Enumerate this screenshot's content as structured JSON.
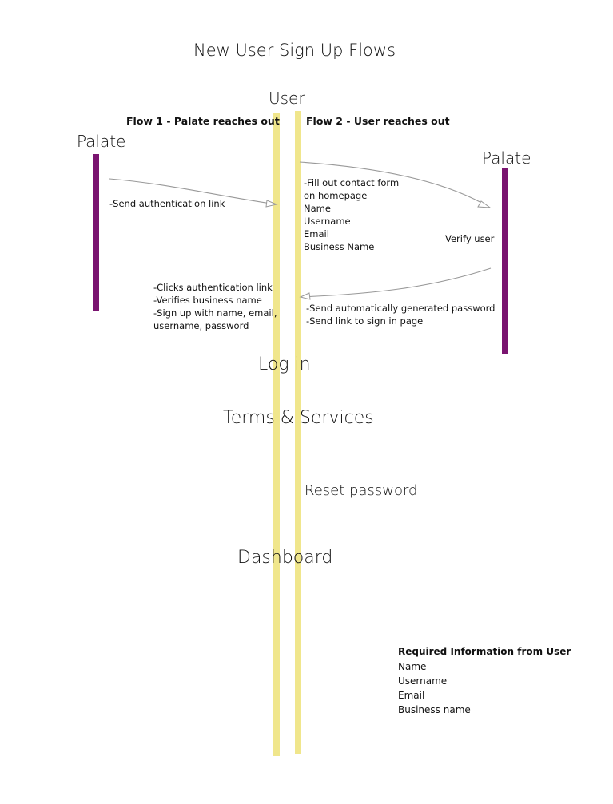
{
  "title": "New User Sign Up Flows",
  "actors": {
    "user": "User",
    "palate_left": "Palate",
    "palate_right": "Palate"
  },
  "flows": {
    "flow1_title": "Flow 1 - Palate reaches out",
    "flow2_title": "Flow 2 - User reaches out"
  },
  "messages": {
    "send_auth_link": "-Send authentication link",
    "user_actions": "-Clicks authentication link\n-Verifies business name\n-Sign up with name, email,\nusername, password",
    "contact_form": "-Fill out contact form\non homepage\nName\nUsername\nEmail\nBusiness Name",
    "verify_user": "Verify user",
    "send_password": "-Send automatically generated password\n-Send link to sign in page"
  },
  "steps": {
    "login": "Log in",
    "terms": "Terms & Services",
    "reset_password": "Reset password",
    "dashboard": "Dashboard"
  },
  "required_info": {
    "title": "Required Information from User",
    "items": [
      "Name",
      "Username",
      "Email",
      "Business name"
    ]
  },
  "colors": {
    "user_lifeline": "#f0e68c",
    "palate_lifeline": "#7a1470",
    "arrow": "#999999"
  }
}
